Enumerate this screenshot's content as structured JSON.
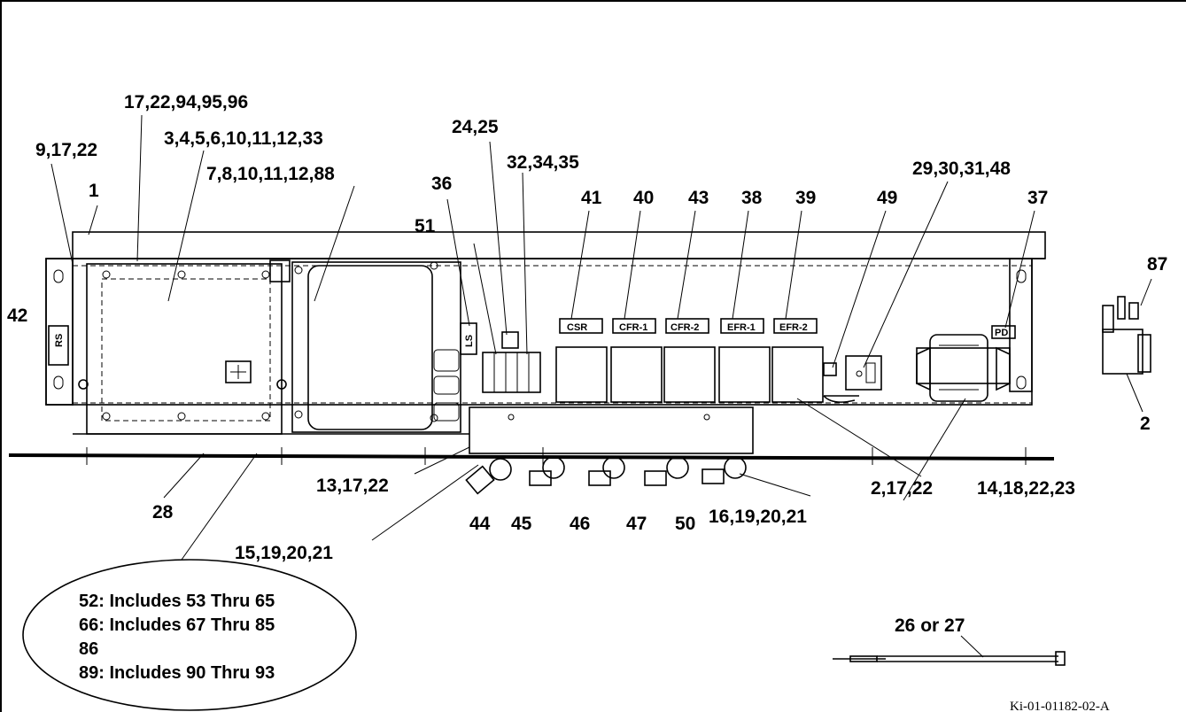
{
  "callouts": {
    "c1": "1",
    "c2a": "2",
    "c2b": "2,17,22",
    "c3": "3,4,5,6,10,11,12,33",
    "c7": "7,8,10,11,12,88",
    "c9": "9,17,22",
    "c13": "13,17,22",
    "c14": "14,18,22,23",
    "c15": "15,19,20,21",
    "c16": "16,19,20,21",
    "c17": "17,22,94,95,96",
    "c24": "24,25",
    "c26": "26 or 27",
    "c28": "28",
    "c29": "29,30,31,48",
    "c32": "32,34,35",
    "c36": "36",
    "c37": "37",
    "c38": "38",
    "c39": "39",
    "c40": "40",
    "c41": "41",
    "c42": "42",
    "c43": "43",
    "c44": "44",
    "c45": "45",
    "c46": "46",
    "c47": "47",
    "c49": "49",
    "c50": "50",
    "c51": "51",
    "c87": "87"
  },
  "relay_labels": [
    "CSR",
    "CFR-1",
    "CFR-2",
    "EFR-1",
    "EFR-2"
  ],
  "panel_labels": {
    "rs": "RS",
    "ls": "LS",
    "pd": "PD"
  },
  "notes": [
    "52: Includes 53 Thru 65",
    "66: Includes 67 Thru 85",
    "86",
    "89: Includes 90 Thru 93"
  ],
  "figure_id": "Ki-01-01182-02-A"
}
